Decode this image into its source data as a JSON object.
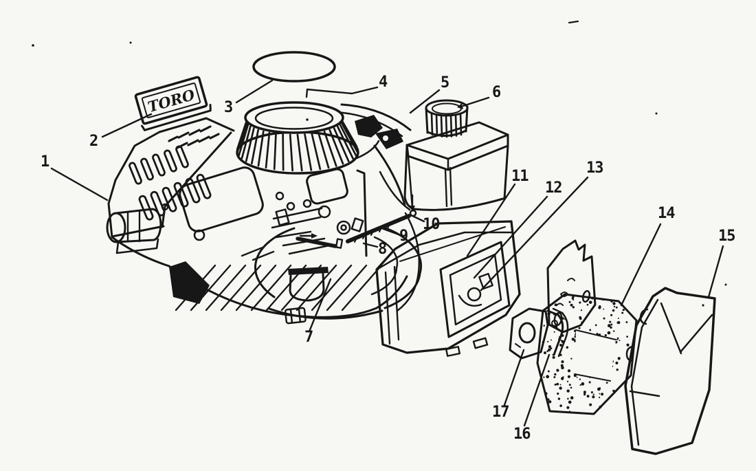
{
  "figure": {
    "background": "#f7f7f4",
    "ink": "#171717",
    "decal_text": "TORO",
    "callouts": [
      "1",
      "2",
      "3",
      "4",
      "5",
      "6",
      "7",
      "8",
      "9",
      "10",
      "11",
      "12",
      "13",
      "14",
      "15",
      "16",
      "17"
    ]
  }
}
